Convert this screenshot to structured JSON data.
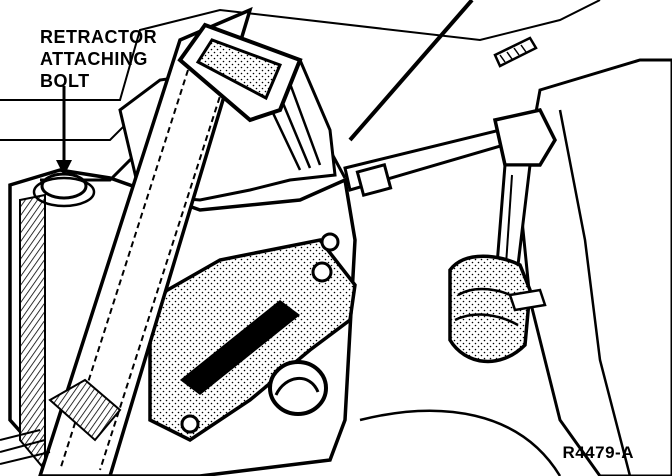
{
  "callout": {
    "lines": [
      "RETRACTOR",
      "ATTACHING",
      "BOLT"
    ]
  },
  "figure": {
    "reference_code": "R4479-A"
  },
  "colors": {
    "ink": "#000000",
    "paper": "#ffffff"
  }
}
